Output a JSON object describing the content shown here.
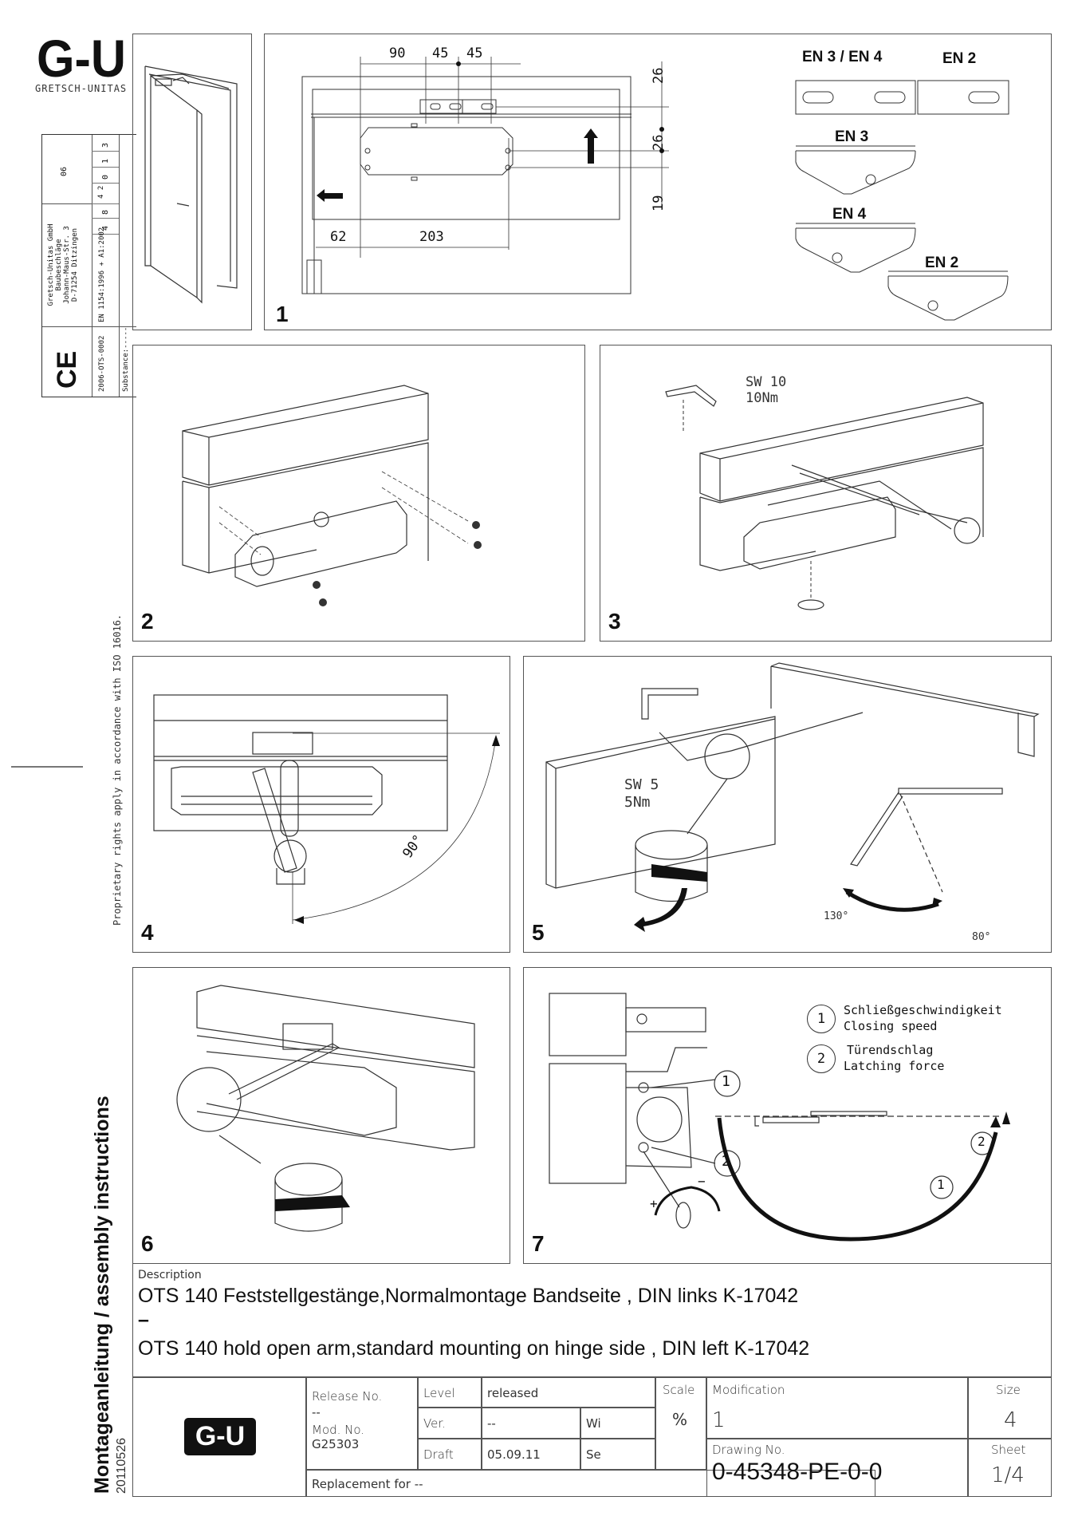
{
  "header": {
    "brand_logo": "G-U",
    "brand_name": "GRETSCH-UNITAS"
  },
  "sidebar": {
    "code_06": "06",
    "digits": [
      "3",
      "1",
      "0",
      "4\n2",
      "8",
      "4"
    ],
    "company": [
      "Gretsch-Unitas GmbH",
      "Baubeschläge",
      "Johann-Maus-Str. 3",
      "D-71254 Ditzingen"
    ],
    "standard": "EN 1154:1996 + A1:2002",
    "ce_mark": "CE",
    "cert_no": "2006-OTS-0002",
    "substance": "Substance:-----",
    "proprietary_notice": "Proprietary rights apply in accordance with ISO 16016.",
    "doc_type": "Montageanleitung / assembly instructions",
    "doc_date": "20110526"
  },
  "panels": {
    "p1": {
      "number": "1",
      "dims": {
        "d90": "90",
        "d45a": "45",
        "d45b": "45",
        "d62": "62",
        "d203": "203",
        "d26a": "26",
        "d26b": "26",
        "d19": "19"
      },
      "brackets": {
        "en34": "EN 3 / EN 4",
        "en2_top": "EN 2",
        "en3": "EN 3",
        "en4": "EN 4",
        "en2": "EN 2"
      }
    },
    "p2": {
      "number": "2"
    },
    "p3": {
      "number": "3",
      "tool": "SW 10",
      "torque": "10Nm"
    },
    "p4": {
      "number": "4",
      "angle": "90°"
    },
    "p5": {
      "number": "5",
      "tool": "SW 5",
      "torque": "5Nm",
      "angle_open": "130°",
      "angle_hold": "80°"
    },
    "p6": {
      "number": "6"
    },
    "p7": {
      "number": "7",
      "legend": [
        {
          "id": "1",
          "de": "Schließgeschwindigkeit",
          "en": "Closing speed"
        },
        {
          "id": "2",
          "de": "Türendschlag",
          "en": "Latching force"
        }
      ],
      "plus": "+",
      "minus": "−"
    }
  },
  "description": {
    "label": "Description",
    "line_de": "OTS 140 Feststellgestänge,Normalmontage Bandseite , DIN links K-17042",
    "separator": "–",
    "line_en": "OTS 140 hold open arm,standard mounting on hinge side , DIN left K-17042"
  },
  "title_block": {
    "logo": "G-U",
    "release_label": "Release No.",
    "release_value": "--",
    "mod_label": "Mod. No.",
    "mod_value": "G25303",
    "replacement": "Replacement for --",
    "level_label": "Level",
    "level_value": "released",
    "ver_label": "Ver.",
    "ver_value": "--",
    "ver_initials": "Wi",
    "draft_label": "Draft",
    "draft_value": "05.09.11",
    "draft_initials": "Se",
    "scale_label": "Scale",
    "scale_value": "%",
    "modification_label": "Modification",
    "modification_value": "1",
    "size_label": "Size",
    "size_value": "4",
    "drawing_label": "Drawing No.",
    "drawing_value": "0-45348-PE-0-0",
    "sheet_label": "Sheet",
    "sheet_value": "1/4"
  }
}
